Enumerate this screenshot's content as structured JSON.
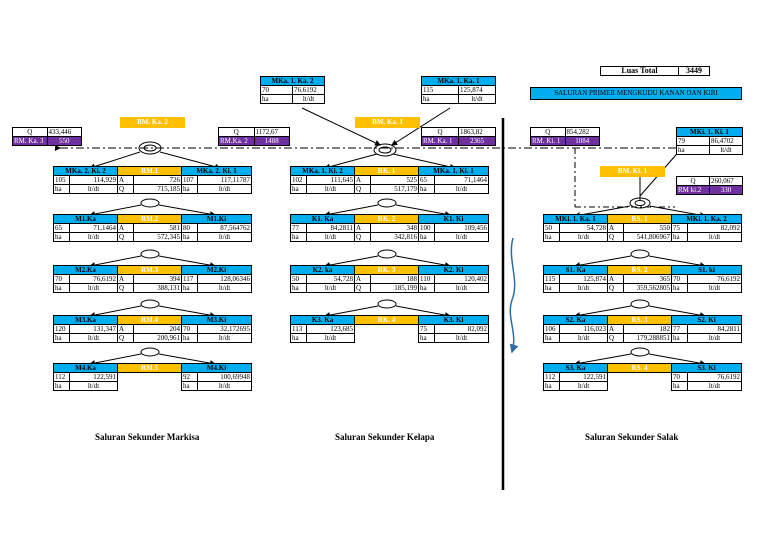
{
  "luas_total": {
    "label": "Luas Total",
    "value": "3449"
  },
  "primary_title": "SALURAN PRIMER MENGKUDU KANAN DAN KIRI",
  "units": {
    "ha": "ha",
    "ltdt": "lt/dt",
    "A": "A",
    "Q": "Q"
  },
  "top": {
    "mka1ka2": {
      "name": "MKa. 1. Ka. 2",
      "ha": "70",
      "q": "76.6192"
    },
    "mka1ka1": {
      "name": "MKa. 1. Ka. 1",
      "ha": "115",
      "q": "125,874"
    },
    "bmka2": "BM. Ka. 2",
    "bmka1": "BM. Ka. 1",
    "bmki1": "BM. Ki. 1",
    "rmka3": {
      "q": "433,446",
      "name": "RM. Ka. 3",
      "v": "550"
    },
    "rmka2": {
      "q": "1172,67",
      "name": "RM.Ka. 2",
      "v": "1488"
    },
    "rmka1": {
      "q": "1863,82",
      "name": "RM. Ka. 1",
      "v": "2365"
    },
    "rmki1": {
      "q": "854,282",
      "name": "RM. Ki. 1",
      "v": "1084"
    },
    "mki1ki1": {
      "name": "MKi. 1. Ki. 1",
      "ha": "79",
      "q": "86,4702"
    },
    "rmki2": {
      "q": "260,067",
      "name": "RM ki.2",
      "v": "330"
    }
  },
  "markisa": {
    "title": "Saluran Sekunder Markisa",
    "rows": [
      {
        "l": "MKa. 2. Ki. 2",
        "m": "RM.1",
        "r": "MKa. 2. Ki. 1",
        "lha": "105",
        "lq": "114,929",
        "a": "726",
        "rha": "107",
        "rq": "117,11787",
        "q": "715,185"
      },
      {
        "l": "M1.Ka",
        "m": "RM.2",
        "r": "M1.Ki",
        "lha": "65",
        "lq": "71,1464",
        "a": "581",
        "rha": "80",
        "rq": "87,564762",
        "q": "572,345"
      },
      {
        "l": "M2.Ka",
        "m": "RM.3",
        "r": "M2.Ki",
        "lha": "70",
        "lq": "76,6192",
        "a": "394",
        "rha": "117",
        "rq": "128,06346",
        "q": "388,131"
      },
      {
        "l": "M3.Ka",
        "m": "RM.4",
        "r": "M3.Ki",
        "lha": "120",
        "lq": "131,347",
        "a": "204",
        "rha": "70",
        "rq": "32,172695",
        "q": "200,961"
      },
      {
        "l": "M4.Ka",
        "m": "RM.5",
        "r": "M4.Ki",
        "lha": "112",
        "lq": "122,591",
        "a": "",
        "rha": "92",
        "rq": "100,69948",
        "q": ""
      }
    ]
  },
  "kelapa": {
    "title": "Saluran Sekunder Kelapa",
    "rows": [
      {
        "l": "MKa. 1. Ki. 2",
        "m": "RK. 1",
        "r": "MKa. 1. Ki. 1",
        "lha": "102",
        "lq": "111,645",
        "a": "525",
        "rha": "65",
        "rq": "71,1464",
        "q": "517,179"
      },
      {
        "l": "K1. Ka",
        "m": "RK. 2",
        "r": "K1. Ki",
        "lha": "77",
        "lq": "84,2811",
        "a": "348",
        "rha": "100",
        "rq": "109,456",
        "q": "342,816"
      },
      {
        "l": "K2. ka",
        "m": "RK. 3",
        "r": "K2. Ki",
        "lha": "50",
        "lq": "54,728",
        "a": "188",
        "rha": "110",
        "rq": "120,402",
        "q": "185,199"
      },
      {
        "l": "K3. Ka",
        "m": "RK. 4",
        "r": "K3. Ki",
        "lha": "113",
        "lq": "123,685",
        "a": "",
        "rha": "75",
        "rq": "82,092",
        "q": ""
      }
    ]
  },
  "salak": {
    "title": "Saluran Sekunder Salak",
    "rows": [
      {
        "l": "MKi. 1. Ka. 1",
        "m": "RS. 1",
        "r": "MKi. 1. Ka. 2",
        "lha": "50",
        "lq": "54,728",
        "a": "550",
        "rha": "75",
        "rq": "82,092",
        "q": "541,806967"
      },
      {
        "l": "S1. Ka",
        "m": "RS. 2",
        "r": "S1. ki",
        "lha": "115",
        "lq": "125,874",
        "a": "365",
        "rha": "70",
        "rq": "76,6192",
        "q": "359,562805"
      },
      {
        "l": "S2. Ka",
        "m": "RS. 3",
        "r": "S2. Ki",
        "lha": "106",
        "lq": "116,023",
        "a": "182",
        "rha": "77",
        "rq": "84,2811",
        "q": "179,288851"
      },
      {
        "l": "S3. Ka",
        "m": "RS. 4",
        "r": "S3. Ki",
        "lha": "112",
        "lq": "122,591",
        "a": "",
        "rha": "70",
        "rq": "76,6192",
        "q": ""
      }
    ]
  }
}
